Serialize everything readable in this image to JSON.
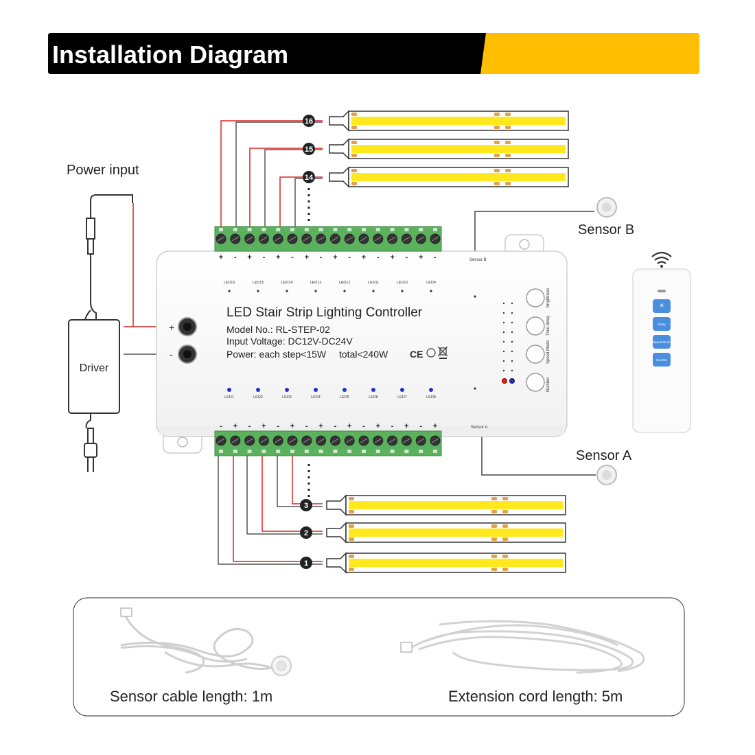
{
  "header": {
    "title": "Installation Diagram",
    "bar_color": "#000000",
    "accent_color": "#FFBE00"
  },
  "labels": {
    "power_input": "Power input",
    "driver": "Driver",
    "sensor_a": "Sensor A",
    "sensor_b": "Sensor B",
    "plus": "+",
    "minus": "-"
  },
  "controller": {
    "title": "LED Stair Strip Lighting Controller",
    "model": "Model No.: RL-STEP-02",
    "input_voltage": "Input Voltage: DC12V-DC24V",
    "power": "Power: each step<15W",
    "total": "total<240W",
    "cert": "CE",
    "sensor_b_port": "Sensor B",
    "sensor_a_port": "Sensor A",
    "top_leds": [
      "LED16",
      "LED15",
      "LED14",
      "LED13",
      "LED12",
      "LED11",
      "LED10",
      "LED9"
    ],
    "bottom_leds": [
      "LED1",
      "LED2",
      "LED3",
      "LED4",
      "LED5",
      "LED6",
      "LED7",
      "LED8"
    ],
    "buttons": [
      "Brightness",
      "Time delay",
      "Speed Mode",
      "Number"
    ]
  },
  "remote": {
    "buttons": [
      "☀",
      "Delay",
      "Speed Mode",
      "Number"
    ]
  },
  "steps": {
    "top": [
      "16",
      "15",
      "14"
    ],
    "bottom": [
      "3",
      "2",
      "1"
    ]
  },
  "accessories": {
    "sensor_cable": "Sensor cable length: 1m",
    "extension_cord": "Extension cord length: 5m"
  },
  "colors": {
    "strip_yellow": "#FFE81E",
    "terminal_green": "#5BB15E",
    "wire_red": "#D7261E",
    "wire_gray": "#555555",
    "led_blue": "#2233CC",
    "led_red": "#E02020",
    "remote_button": "#4A8EE0"
  }
}
